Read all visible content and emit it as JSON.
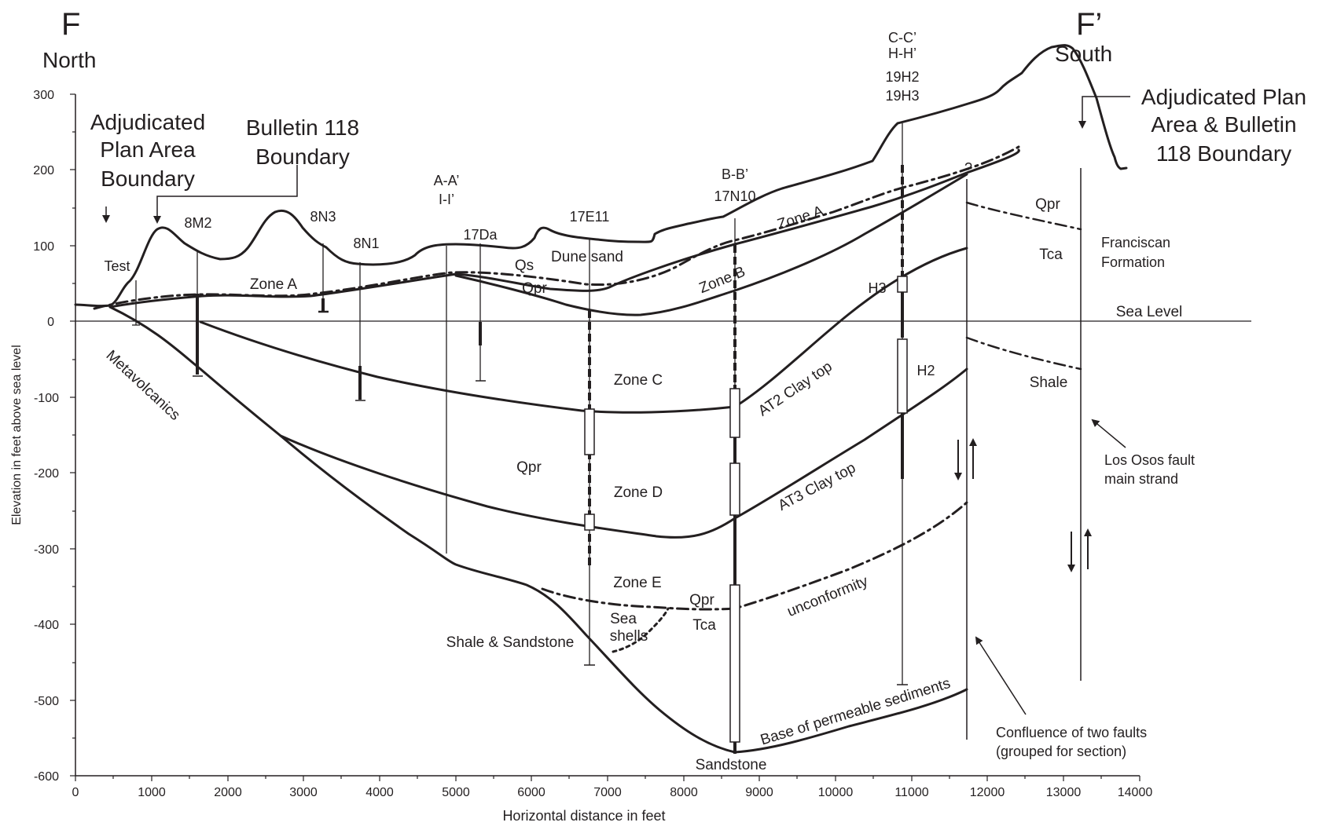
{
  "header": {
    "left_letter": "F",
    "left_direction": "North",
    "right_letter": "F’",
    "right_direction": "South"
  },
  "axes": {
    "xlabel": "Horizontal distance in feet",
    "ylabel": "Elevation in feet above sea level",
    "x_ticks": [
      "0",
      "1000",
      "2000",
      "3000",
      "4000",
      "5000",
      "6000",
      "7000",
      "8000",
      "9000",
      "10000",
      "11000",
      "12000",
      "13000",
      "14000"
    ],
    "y_ticks": [
      "300",
      "200",
      "100",
      "0",
      "-100",
      "-200",
      "-300",
      "-400",
      "-500",
      "-600"
    ],
    "x_range": [
      0,
      14000
    ],
    "y_range": [
      -600,
      300
    ]
  },
  "boundaries": {
    "adjudicated_left": [
      "Adjudicated",
      "Plan Area",
      "Boundary"
    ],
    "bulletin": [
      "Bulletin 118",
      "Boundary"
    ],
    "adjudicated_right": [
      "Adjudicated Plan",
      "Area & Bulletin",
      "118 Boundary"
    ]
  },
  "wells": {
    "test": "Test",
    "w8m2": "8M2",
    "w8n3": "8N3",
    "w8n1": "8N1",
    "aa": "A-A’",
    "ii": "I-I’",
    "w17da": "17Da",
    "w17e11": "17E11",
    "bb": "B-B’",
    "w17n10": "17N10",
    "cc": "C-C’",
    "hh": "H-H’",
    "w19h2": "19H2",
    "w19h3": "19H3",
    "h3": "H3",
    "h2": "H2",
    "question": "?"
  },
  "units": {
    "zone_a_left": "Zone A",
    "zone_a_right": "Zone A",
    "zone_b": "Zone B",
    "zone_c": "Zone C",
    "zone_d": "Zone D",
    "zone_e": "Zone E",
    "qs": "Qs",
    "dune_sand": "Dune sand",
    "qpr_upper": "Qpr",
    "qpr_mid": "Qpr",
    "qpr_lower": "Qpr",
    "tca_lower": "Tca",
    "qpr_fault": "Qpr",
    "tca_fault": "Tca",
    "metavolcanics": "Metavolcanics",
    "shale_sandstone": "Shale & Sandstone",
    "sea_shells": [
      "Sea",
      "shells"
    ],
    "sandstone": "Sandstone",
    "at2": "AT2 Clay top",
    "at3": "AT3 Clay top",
    "unconformity": "unconformity",
    "base_permeable": "Base of permeable sediments",
    "franciscan": [
      "Franciscan",
      "Formation"
    ],
    "sea_level": "Sea Level",
    "shale": "Shale",
    "los_osos": [
      "Los Osos fault",
      "main strand"
    ],
    "confluence": [
      "Confluence of two faults",
      "(grouped for section)"
    ]
  }
}
